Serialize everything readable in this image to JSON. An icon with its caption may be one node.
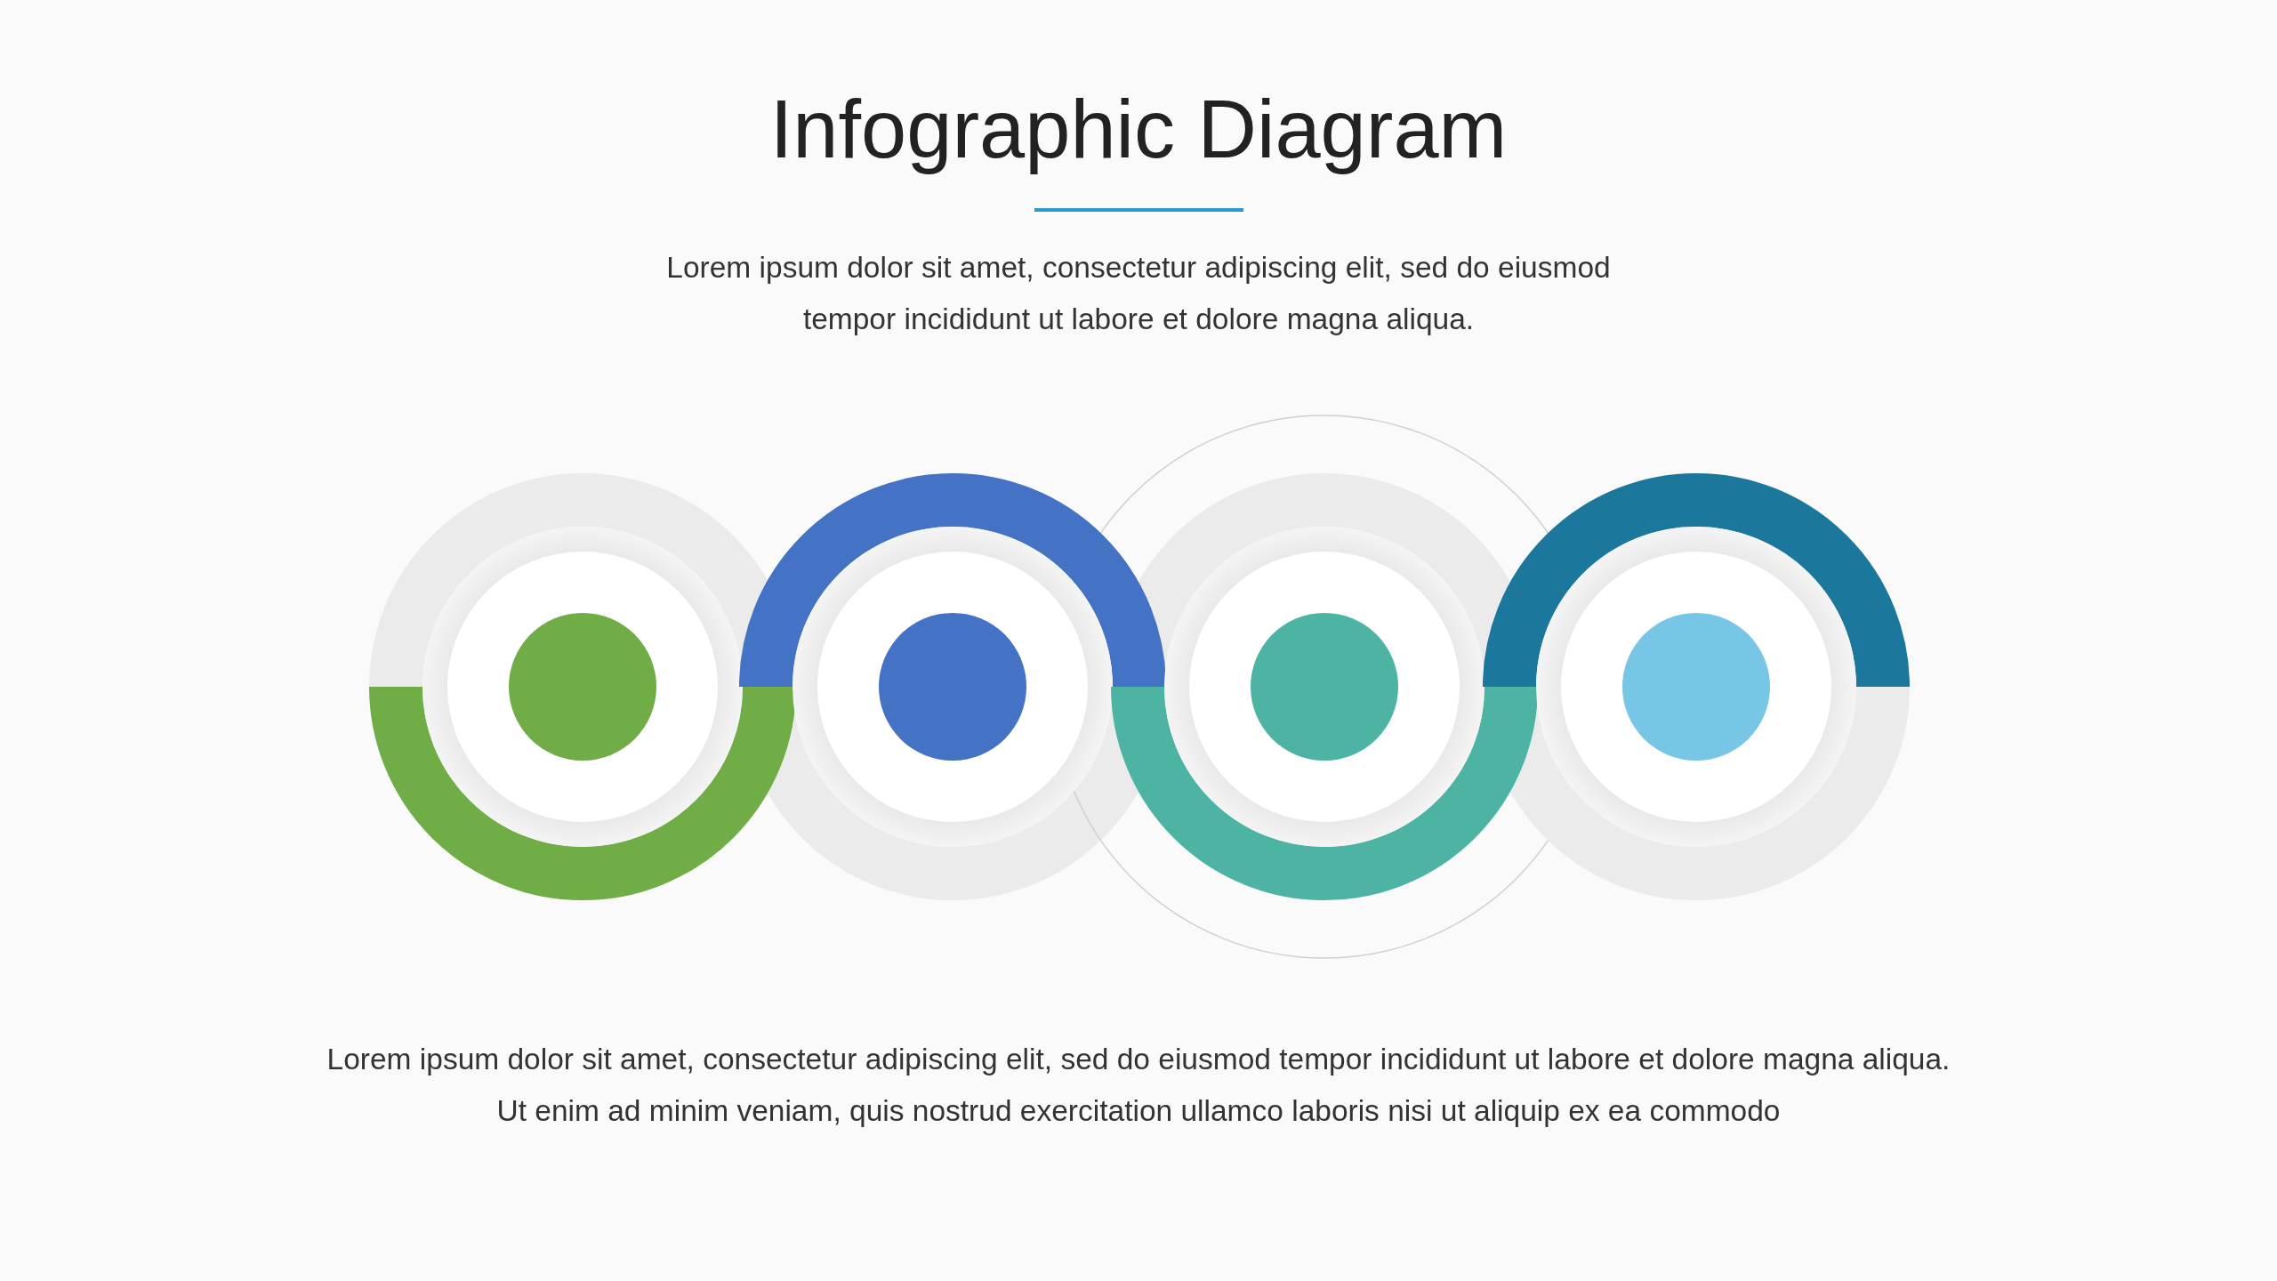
{
  "diagram": {
    "title": "Infographic Diagram",
    "nodes": [
      {
        "text": [],
        "shape": "circle"
      },
      {
        "text": [],
        "shape": "circle"
      },
      {
        "text": [],
        "shape": "circle"
      },
      {
        "text": [],
        "shape": "circle"
      }
    ],
    "labels": [
      "Lorem ipsum dolor sit amet, consectetur adipiscing elit, sed do eiusmod tempor incididunt ut labore et dolore magna aliqua.",
      "Lorem ipsum dolor sit amet, consectetur adipiscing elit, sed do eiusmod tempor incididunt ut labore et dolore magna aliqua. Ut enim ad minim veniam, quis nostrud exercitation ullamco laboris nisi ut aliquip ex ea commodo"
    ]
  }
}
